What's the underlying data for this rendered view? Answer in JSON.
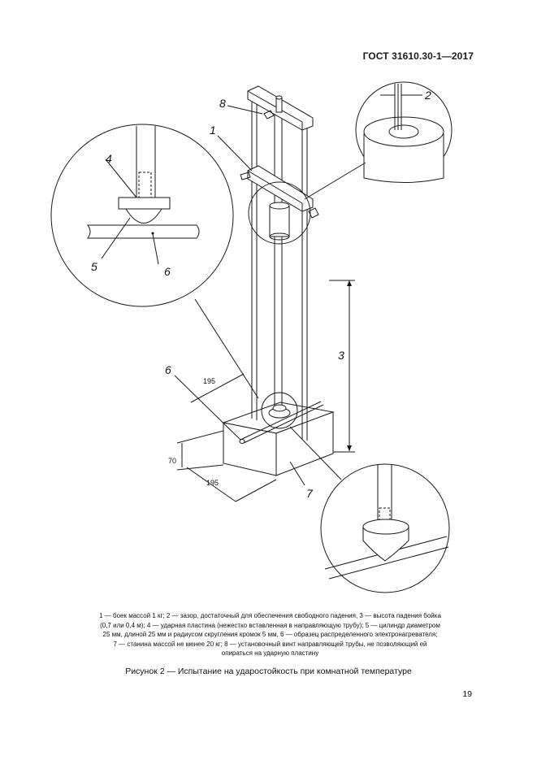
{
  "header": {
    "standard": "ГОСТ 31610.30-1—2017"
  },
  "figure": {
    "callouts": {
      "c1": "1",
      "c2": "2",
      "c3": "3",
      "c4": "4",
      "c5": "5",
      "c6_detail": "6",
      "c6_main": "6",
      "c7": "7",
      "c8": "8"
    },
    "dimensions": {
      "width_a": "195",
      "width_b": "195",
      "height": "70"
    }
  },
  "legend": {
    "line1": "1 — боек массой 1 кг; 2 — зазор, достаточный для обеспечения свободного падения, 3 — высота падения бойка",
    "line2": "(0,7 или 0,4 м); 4 — ударная пластина (нежестко вставленная в направляющую трубу); 5 — цилиндр диаметром",
    "line3": "25 мм, длиной 25 мм и радиусом скругления кромок 5 мм, 6 — образец распределенного электронагревателя;",
    "line4": "7 — станина массой не менее 20 кг; 8 — установочный винт направляющей трубы, не позволяющий ей",
    "line5": "опираться на ударную пластину"
  },
  "caption": "Рисунок 2 — Испытание на ударостойкость при комнатной температуре",
  "page_number": "19"
}
